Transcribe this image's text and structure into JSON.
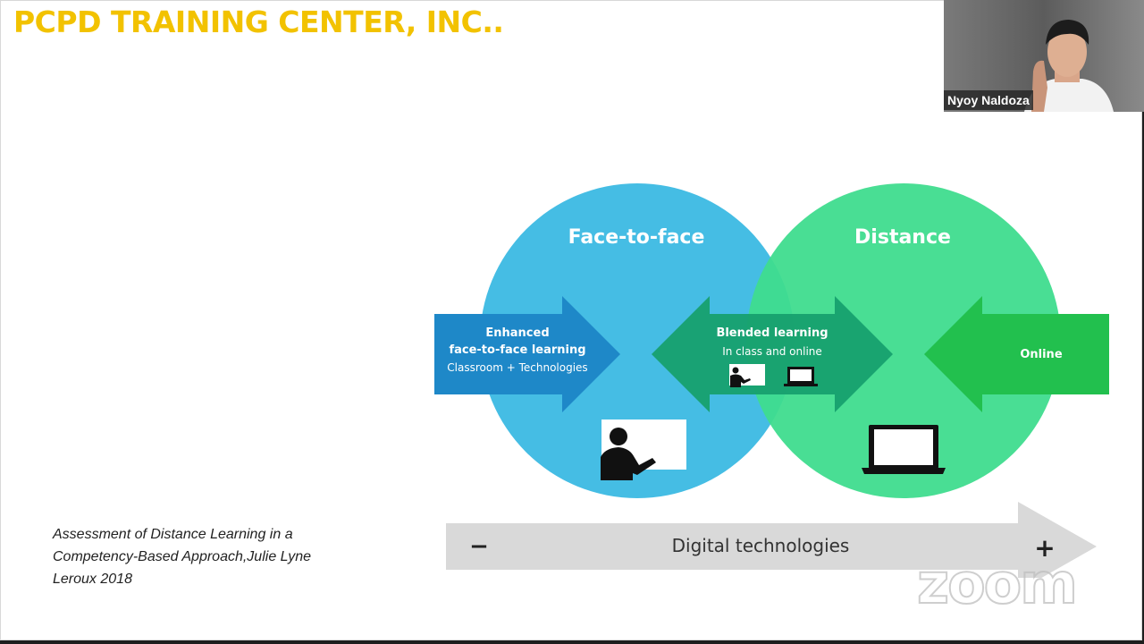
{
  "slide": {
    "title": "PCPD TRAINING CENTER, INC..",
    "citation": "Assessment of Distance Learning in a Competency-Based Approach,Julie Lyne Leroux 2018"
  },
  "diagram": {
    "circle_left_label": "Face-to-face",
    "circle_right_label": "Distance",
    "arrow_enhanced": {
      "line1": "Enhanced",
      "line2": "face-to-face learning",
      "line3": "Classroom + Technologies"
    },
    "arrow_blended": {
      "line1": "Blended learning",
      "line2": "In class and online"
    },
    "arrow_online": {
      "label": "Online"
    },
    "scale": {
      "label": "Digital technologies",
      "minus": "−",
      "plus": "+"
    },
    "colors": {
      "face_to_face_circle": "#45bde4",
      "distance_circle": "#3fdc8e",
      "enhanced_arrow": "#1e88c8",
      "blended_arrow": "#17a06e",
      "online_arrow": "#22c04e"
    }
  },
  "participant": {
    "name": "Nyoy Naldoza"
  },
  "watermark": {
    "text": "zoom"
  }
}
